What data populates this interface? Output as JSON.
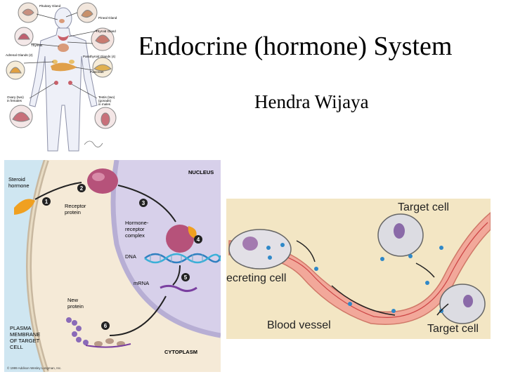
{
  "slide": {
    "title": "Endocrine (hormone) System",
    "subtitle": "Hendra Wijaya"
  },
  "anatomy_figure": {
    "labels": {
      "pituitary": "Pituitary Gland",
      "pineal": "Pineal Gland",
      "thyroid": "Thyroid Gland",
      "thymus": "Thymus",
      "adrenal": "Adrenal Glands (2)",
      "parathyroid": "Parathyroid Glands (4)",
      "pancreas": "Pancreas",
      "ovary": "Ovary (two)",
      "ovary_sub": "in females",
      "testis": "Testis (two)",
      "testis_sub": "(gonads)",
      "testis_sub2": "in males"
    }
  },
  "steroid_figure": {
    "labels": {
      "steroid_hormone_1": "Steroid",
      "steroid_hormone_2": "hormone",
      "nucleus": "NUCLEUS",
      "receptor_1": "Receptor",
      "receptor_2": "protein",
      "complex_1": "Hormone-",
      "complex_2": "receptor",
      "complex_3": "complex",
      "dna": "DNA",
      "mrna": "mRNA",
      "new_protein_1": "New",
      "new_protein_2": "protein",
      "plasma_1": "PLASMA",
      "plasma_2": "MEMBRANE",
      "plasma_3": "OF TARGET",
      "plasma_4": "CELL",
      "cytoplasm": "CYTOPLASM",
      "copyright": "© 1999 Addison Wesley Longman, Inc."
    },
    "steps": [
      "1",
      "2",
      "3",
      "4",
      "5",
      "6"
    ]
  },
  "blood_figure": {
    "labels": {
      "target_cell_top": "Target cell",
      "secreting_cell": "ecreting cell",
      "blood_vessel": "Blood vessel",
      "target_cell_bottom": "Target cell"
    }
  }
}
